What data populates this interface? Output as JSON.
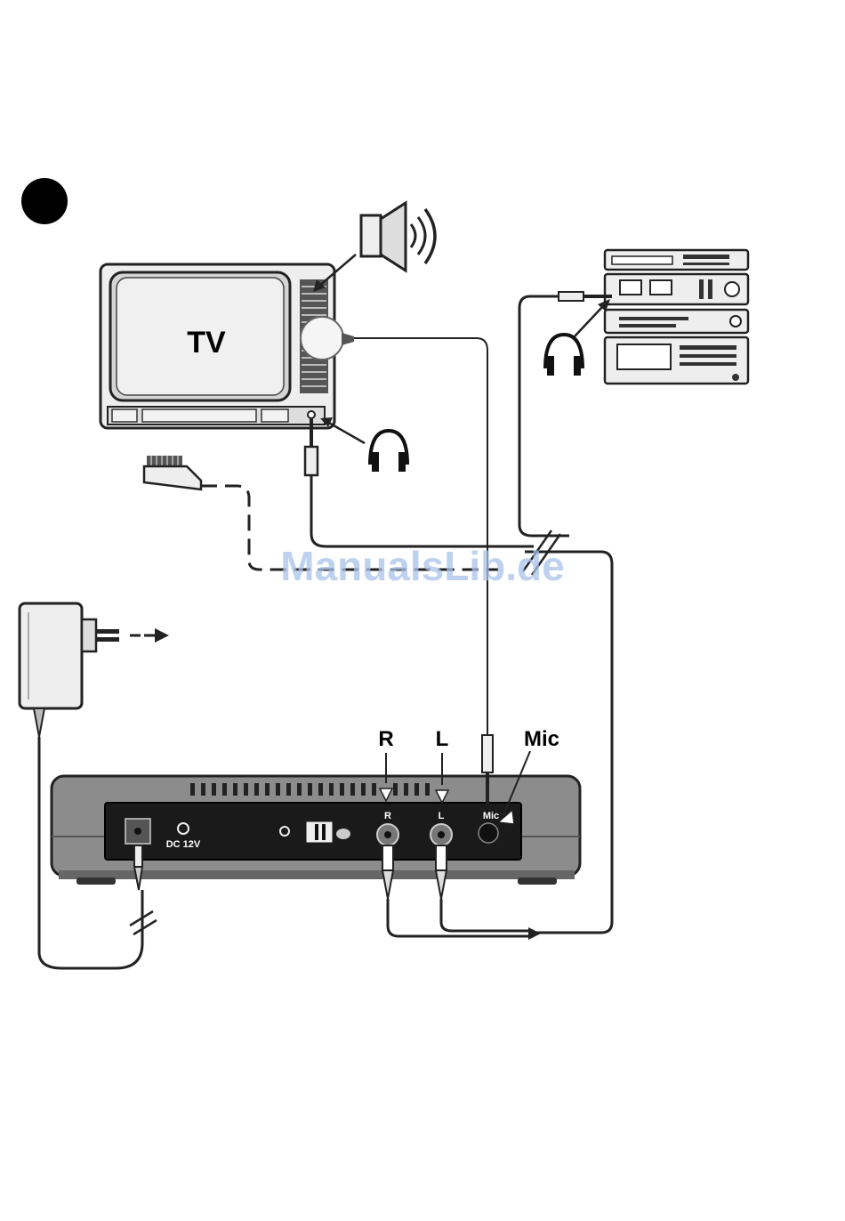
{
  "tv": {
    "label": "TV"
  },
  "jacks": {
    "right": "R",
    "left": "L",
    "mic": "Mic"
  },
  "base_panel": {
    "dc_label": "DC 12V",
    "jack_r": "R",
    "jack_l": "L",
    "jack_mic": "Mic"
  },
  "watermark": "ManualsLib.de"
}
